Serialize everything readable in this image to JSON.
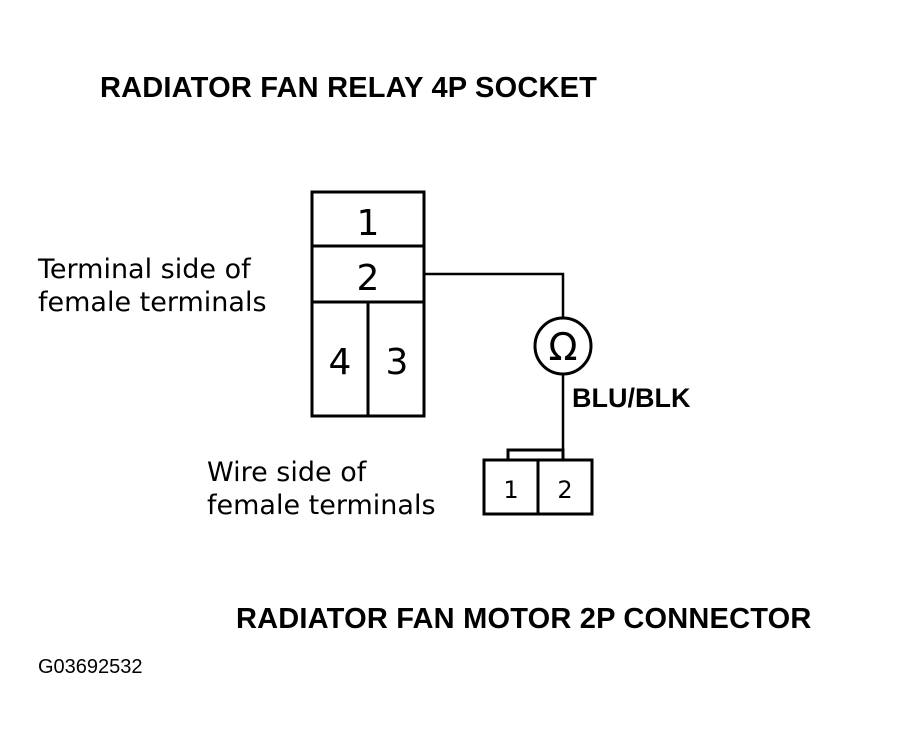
{
  "titles": {
    "top": "RADIATOR FAN RELAY 4P SOCKET",
    "bottom": "RADIATOR FAN MOTOR 2P CONNECTOR"
  },
  "relay_socket": {
    "caption_line1": "Terminal side of",
    "caption_line2": "female terminals",
    "terminals": [
      "1",
      "2",
      "4",
      "3"
    ]
  },
  "motor_connector": {
    "caption_line1": "Wire side of",
    "caption_line2": "female terminals",
    "terminals": [
      "1",
      "2"
    ]
  },
  "meter": {
    "symbol": "Ω",
    "icon": "ohmmeter-icon"
  },
  "wire": {
    "color_label": "BLU/BLK"
  },
  "figure_id": "G03692532"
}
